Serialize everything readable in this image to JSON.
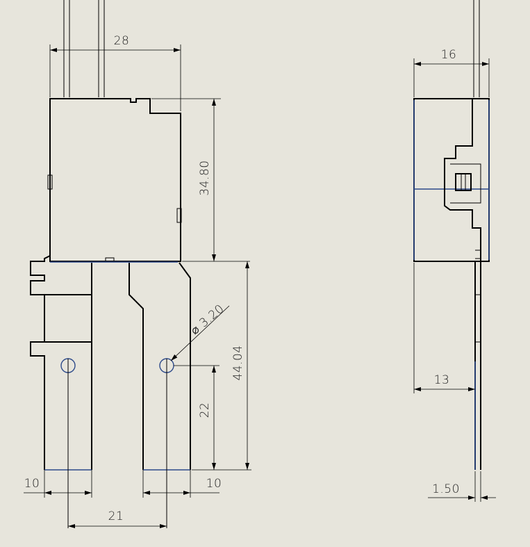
{
  "dimensions": {
    "front_width": "28",
    "body_height": "34.80",
    "lead_length": "44.04",
    "hole_diameter": "⌀ 3.20",
    "hole_height": "22",
    "left_pin_width": "10",
    "right_pin_width": "10",
    "pin_spacing": "21",
    "side_width": "16",
    "side_offset": "13",
    "lead_thickness": "1.50"
  },
  "colors": {
    "background": "#e7e5dc",
    "lines": "#000000",
    "hidden_edges": "#2d4a8a"
  }
}
